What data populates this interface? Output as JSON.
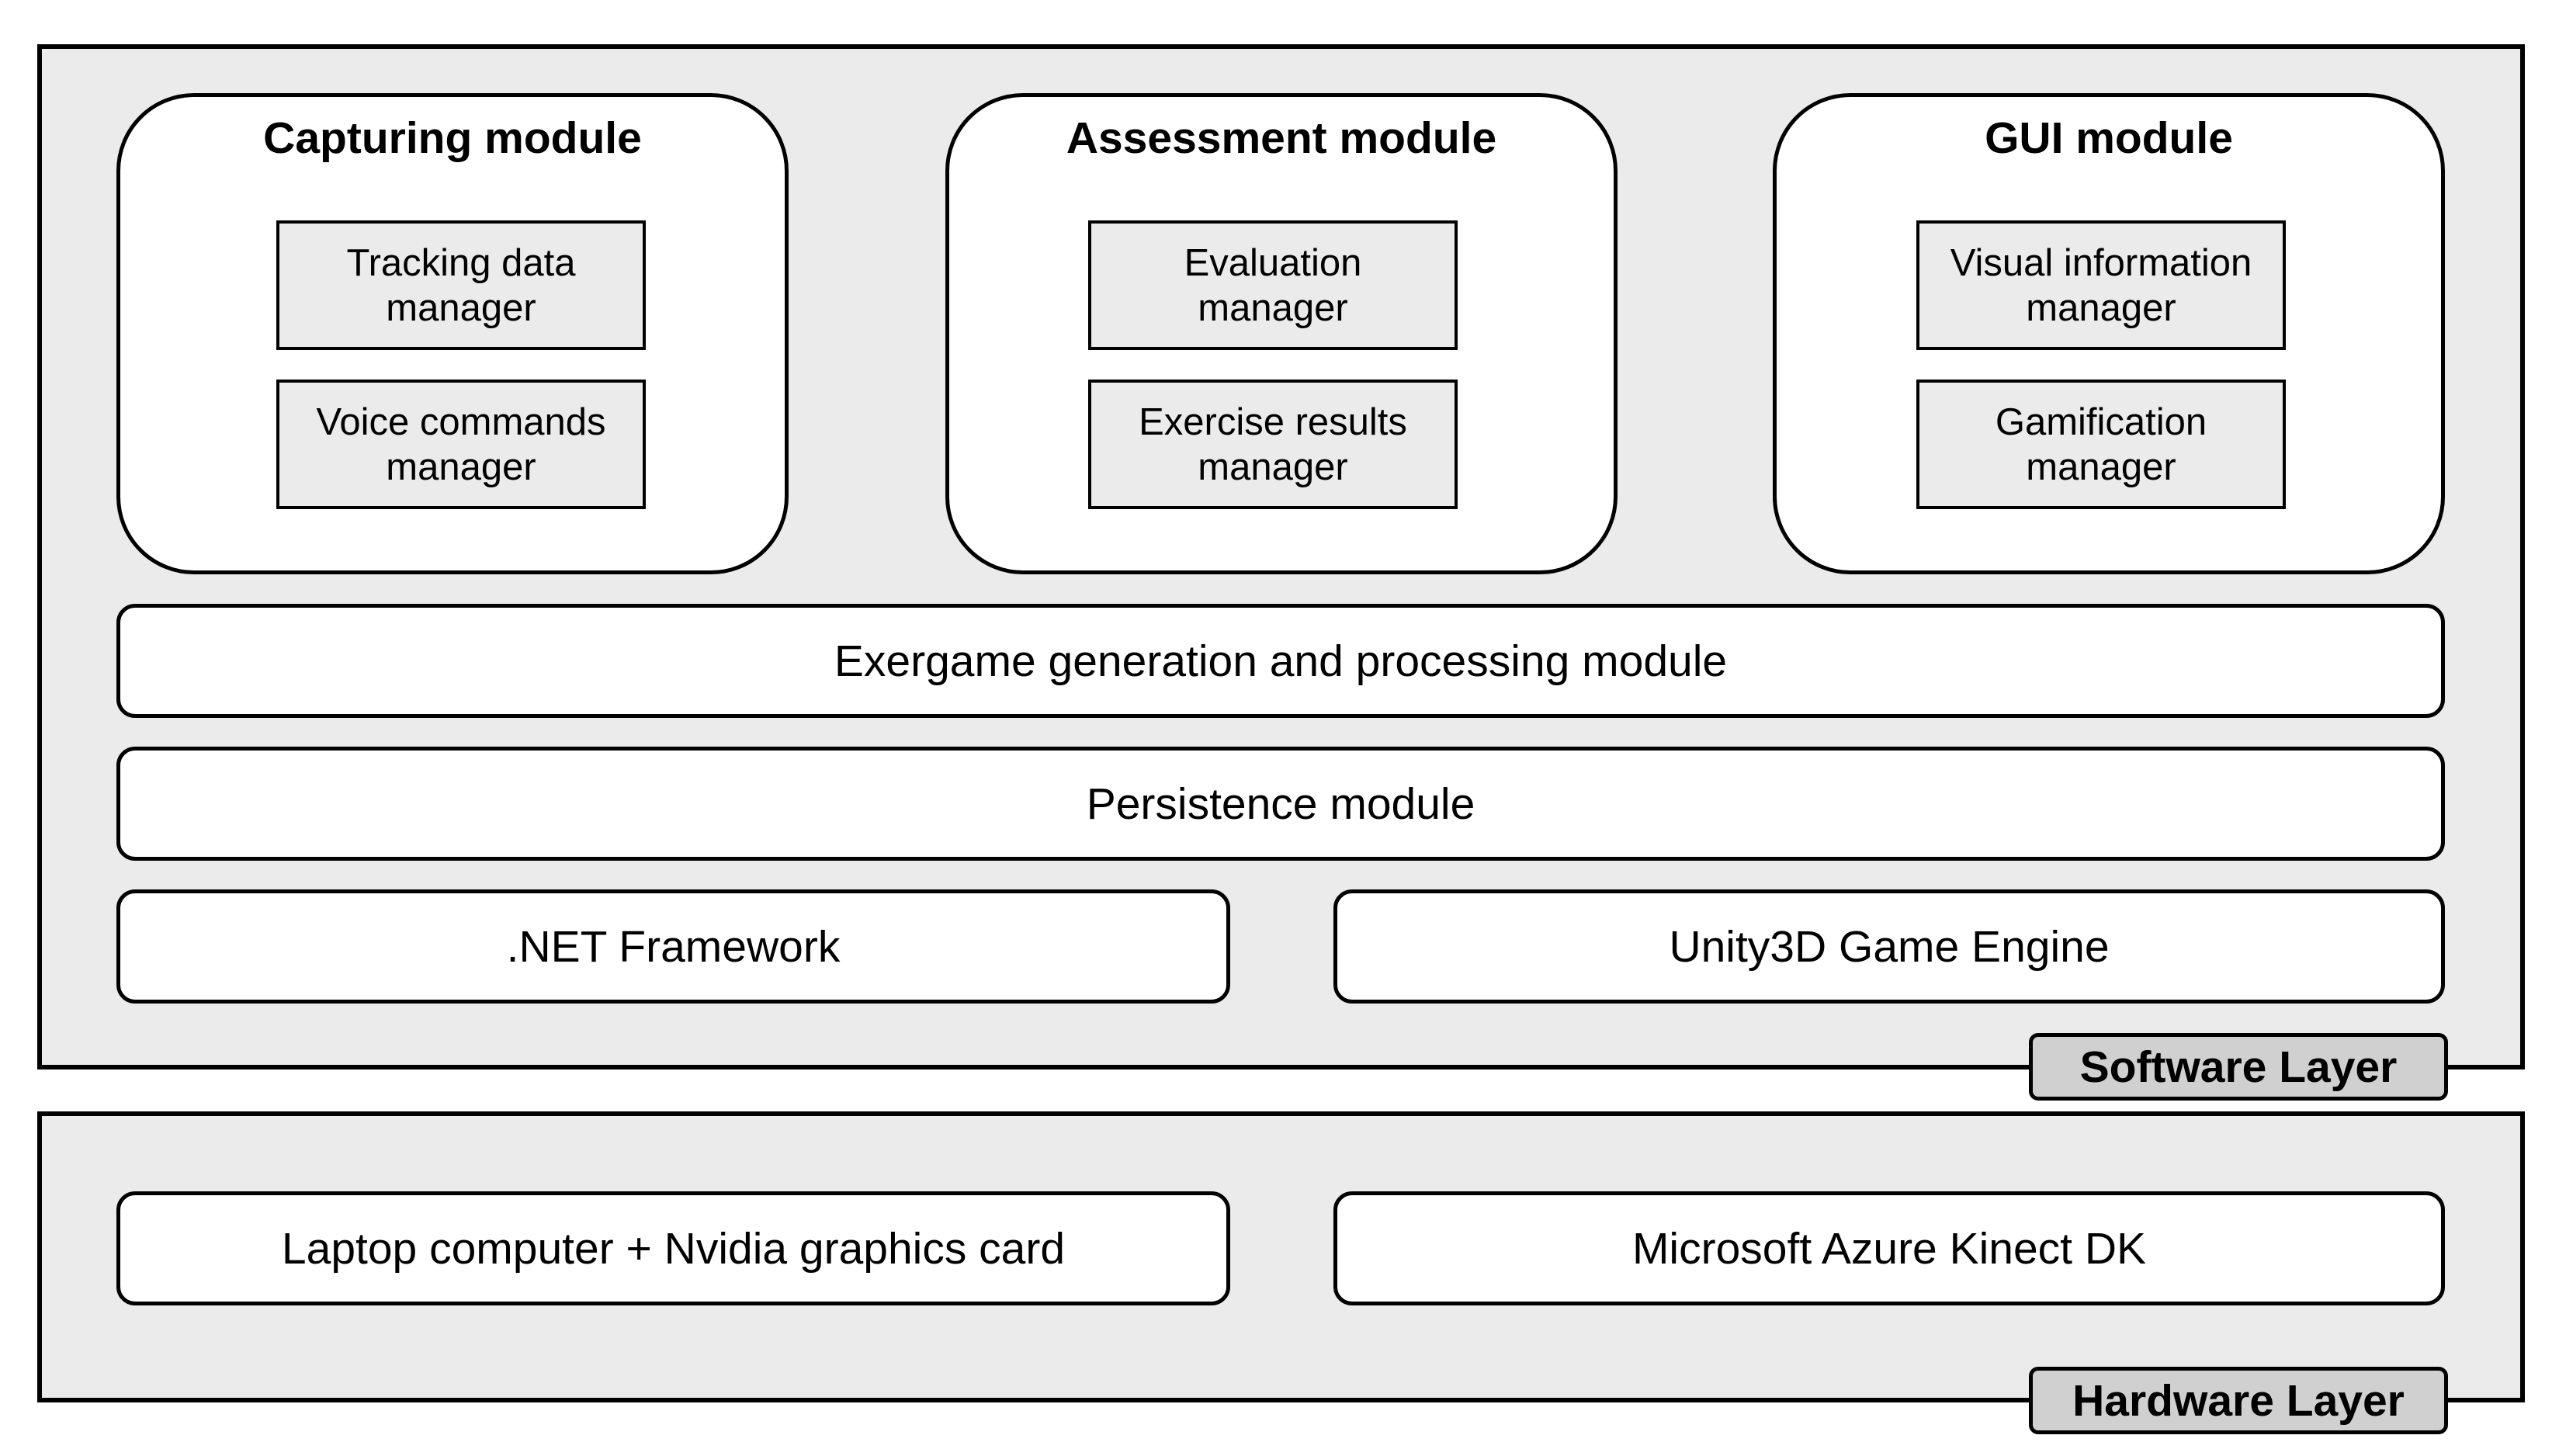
{
  "software_layer": {
    "label": "Software Layer",
    "modules": [
      {
        "title": "Capturing module",
        "managers": [
          "Tracking data\nmanager",
          "Voice commands\nmanager"
        ]
      },
      {
        "title": "Assessment module",
        "managers": [
          "Evaluation\nmanager",
          "Exercise results\nmanager"
        ]
      },
      {
        "title": "GUI module",
        "managers": [
          "Visual information\nmanager",
          "Gamification\nmanager"
        ]
      }
    ],
    "exergame_module": "Exergame generation and processing module",
    "persistence_module": "Persistence module",
    "dotnet_framework": ".NET Framework",
    "unity_engine": "Unity3D Game Engine"
  },
  "hardware_layer": {
    "label": "Hardware Layer",
    "laptop": "Laptop computer + Nvidia graphics card",
    "kinect": "Microsoft Azure Kinect DK"
  }
}
